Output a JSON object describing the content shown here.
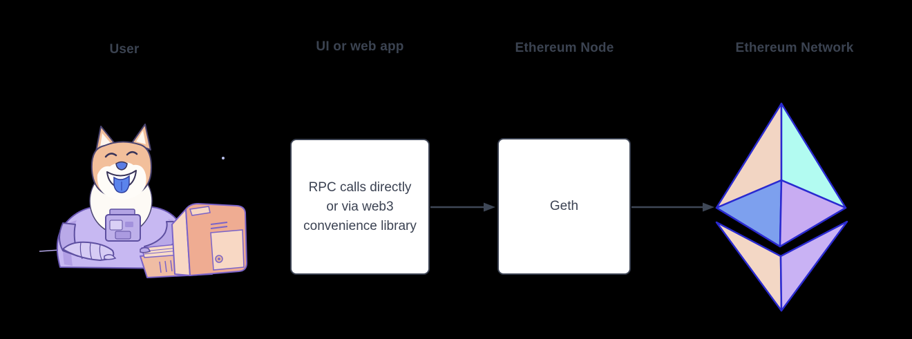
{
  "diagram": {
    "title_row": {
      "user_label": "User",
      "ui_label": "UI or web app",
      "node_label": "Ethereum Node",
      "network_label": "Ethereum Network"
    },
    "nodes": {
      "webapp_box_text": "RPC calls directly or via web3 convenience library",
      "geth_box_text": "Geth"
    },
    "icons": {
      "user_illustration": "doge-astronaut-at-computer-icon",
      "network_illustration": "ethereum-diamond-logo-icon"
    },
    "colors": {
      "background": "#000000",
      "label_text": "#3b4351",
      "box_background": "#ffffff",
      "box_border": "#3b4252",
      "box_text": "#3b4252",
      "arrow": "#3e4756",
      "eth_outline": "#2a2ad0",
      "eth_facet_peach": "#f2d5c3",
      "eth_facet_cyan": "#b2fbf1",
      "eth_facet_blue": "#7da0ee",
      "eth_facet_lavender": "#c8acf2",
      "doge_fur": "#f2bf9b",
      "doge_suit": "#c7b8f2",
      "doge_tongue": "#5b84ec",
      "computer_body": "#efac92"
    }
  }
}
